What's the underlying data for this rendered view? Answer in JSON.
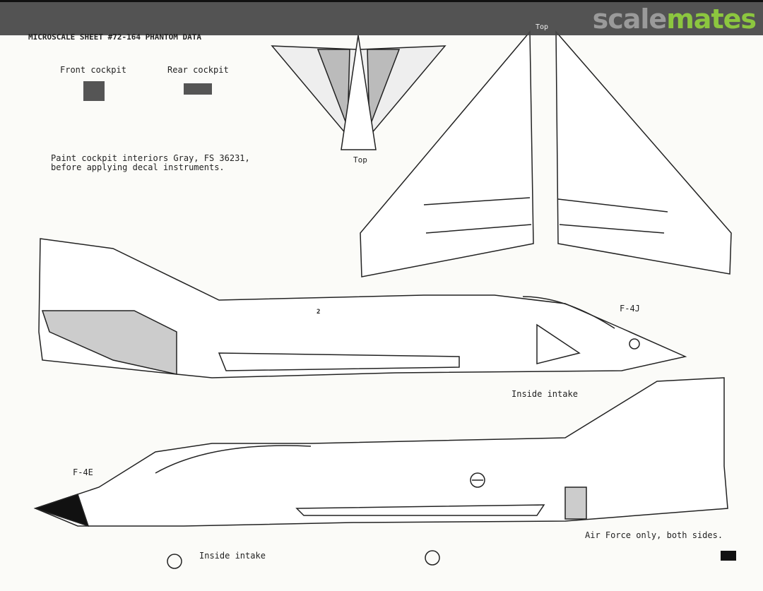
{
  "watermark": {
    "part1": "scale",
    "part2": "mates"
  },
  "sheet_title": "MICROSCALE SHEET #72-164  PHANTOM DATA",
  "front_cockpit": "Front cockpit",
  "rear_cockpit": "Rear cockpit",
  "paint_note_1": "Paint cockpit interiors Gray, FS 36231,",
  "paint_note_2": "before applying decal instruments.",
  "top_label_small": "Top",
  "top_label_large": "Top",
  "f4j_label": "F-4J",
  "f4e_label": "F-4E",
  "inside_intake_1": "Inside intake",
  "inside_intake_2": "Inside intake",
  "af_note": "Air Force only, both sides.",
  "stencil_number": "2"
}
